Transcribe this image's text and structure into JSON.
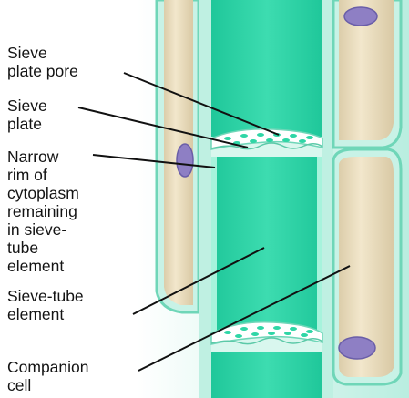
{
  "labels": {
    "sieve_plate_pore": "Sieve\nplate pore",
    "sieve_plate": "Sieve\nplate",
    "narrow_rim": "Narrow\nrim of\ncytoplasm\nremaining\nin sieve-\ntube\nelement",
    "sieve_tube_element": "Sieve-tube\nelement",
    "companion_cell": "Companion\ncell"
  },
  "colors": {
    "sieve_tube": "#2fd6a6",
    "sieve_tube_light": "#8ef0cf",
    "cell_wall": "#b7ece0",
    "companion_cytoplasm": "#e9dcc0",
    "nucleus": "#8e7fc4",
    "background_cells": "#a8e6d3",
    "leader_line": "#111111"
  }
}
